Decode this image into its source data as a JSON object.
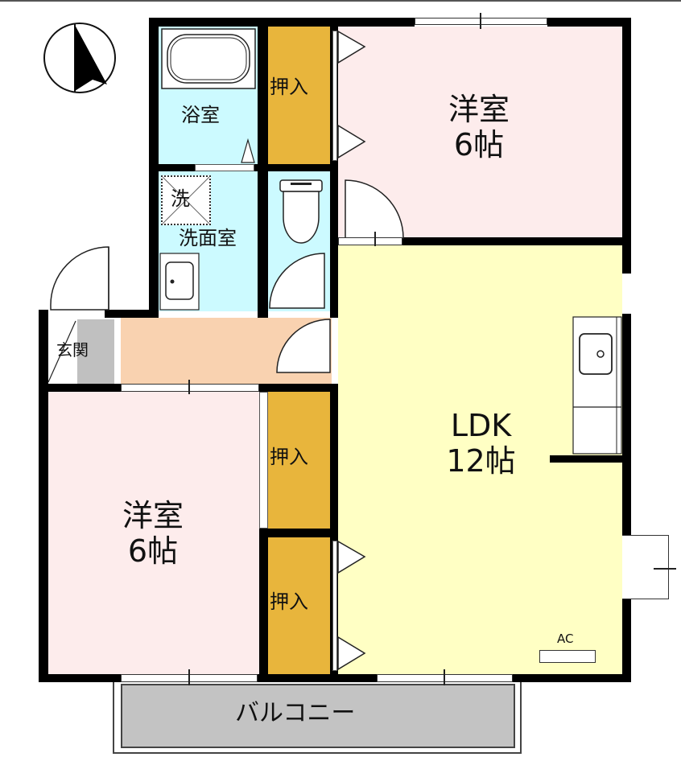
{
  "floor_plan": {
    "compass": {
      "icon": "north-arrow-icon",
      "direction": "N"
    },
    "rooms": {
      "bath": {
        "label": "浴室",
        "color": "#ccfaff"
      },
      "closet_top": {
        "label": "押入",
        "color": "#e8b53c"
      },
      "western_top": {
        "label": "洋室",
        "size": "6帖",
        "color": "#fdecec"
      },
      "laundry_mark": {
        "label": "洗"
      },
      "washroom": {
        "label": "洗面室",
        "color": "#ccfaff"
      },
      "toilet": {
        "label": "",
        "color": "#ccfaff"
      },
      "entrance": {
        "label": "玄関",
        "color": "#ffffff"
      },
      "hall": {
        "label": "",
        "color": "#f9d2b0"
      },
      "ldk": {
        "label": "LDK",
        "size": "12帖",
        "color": "#ffffc4"
      },
      "western_bottom": {
        "label": "洋室",
        "size": "6帖",
        "color": "#fdecec"
      },
      "closet_mid": {
        "label": "押入",
        "color": "#e8b53c"
      },
      "closet_bottom": {
        "label": "押入",
        "color": "#e8b53c"
      },
      "balcony": {
        "label": "バルコニー",
        "color": "#c3c3c3"
      }
    },
    "ac": {
      "label": "AC"
    },
    "wall_color": "#000000"
  }
}
